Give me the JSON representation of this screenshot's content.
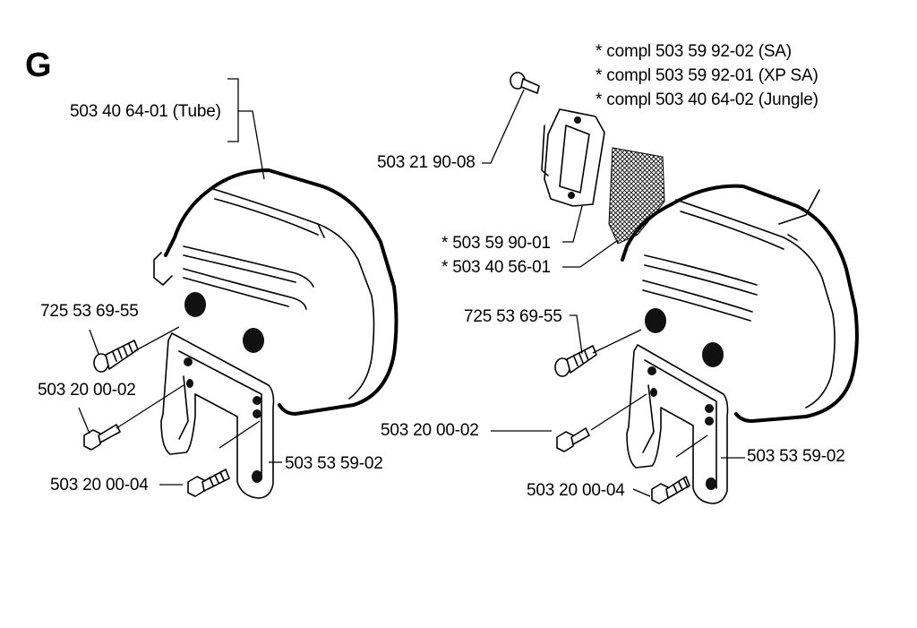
{
  "section_letter": "G",
  "kit_notes": [
    "*  compl 503 59 92-02 (SA)",
    "*  compl 503 59 92-01 (XP SA)",
    "*  compl 503 40 64-02 (Jungle)"
  ],
  "left_assembly": {
    "muffler_tube": "503 40 64-01 (Tube)",
    "screw_top": "725 53 69-55",
    "screw_mid": "503 20 00-02",
    "screw_bottom": "503 20 00-04",
    "bracket": "503 53 59-02"
  },
  "right_assembly": {
    "screw_spark": "503 21 90-08",
    "screen": "*  503 59 90-01",
    "gasket": "*  503 40 56-01",
    "screw_top": "725 53 69-55",
    "screw_mid": "503 20 00-02",
    "screw_bottom": "503 20 00-04",
    "bracket": "503 53 59-02"
  }
}
